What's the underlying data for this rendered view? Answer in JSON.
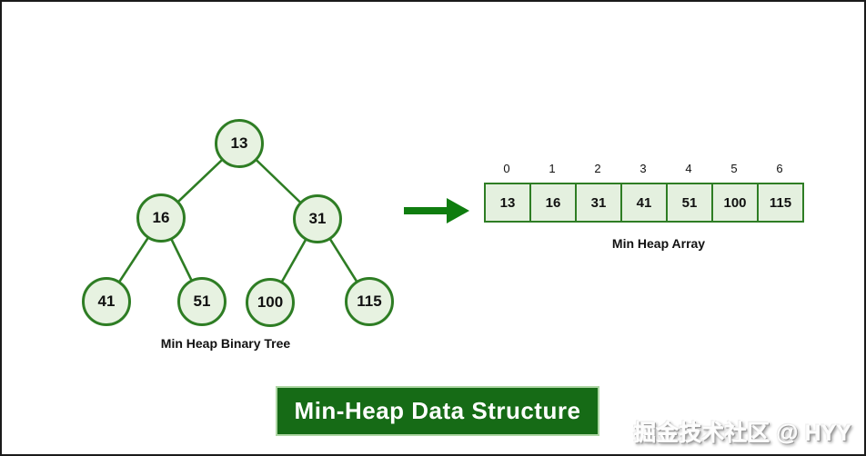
{
  "colors": {
    "node_fill": "#e7f2e1",
    "node_stroke": "#2e7d24",
    "edge_stroke": "#2e7d24",
    "cell_fill": "#e4f0df",
    "cell_border": "#2e7d24",
    "arrow_green": "#0f7d0f",
    "banner_bg": "#166b16",
    "banner_border": "#aed6a4",
    "text_black": "#111111"
  },
  "tree": {
    "label": "Min Heap Binary Tree",
    "root": {
      "value": "13",
      "children": [
        {
          "value": "16",
          "children": [
            {
              "value": "41"
            },
            {
              "value": "51"
            }
          ]
        },
        {
          "value": "31",
          "children": [
            {
              "value": "100"
            },
            {
              "value": "115"
            }
          ]
        }
      ]
    }
  },
  "array": {
    "label": "Min Heap Array",
    "indexes": [
      "0",
      "1",
      "2",
      "3",
      "4",
      "5",
      "6"
    ],
    "values": [
      "13",
      "16",
      "31",
      "41",
      "51",
      "100",
      "115"
    ]
  },
  "banner": {
    "title": "Min-Heap Data Structure"
  },
  "watermark": {
    "text": "掘金技术社区 @ HYY"
  }
}
